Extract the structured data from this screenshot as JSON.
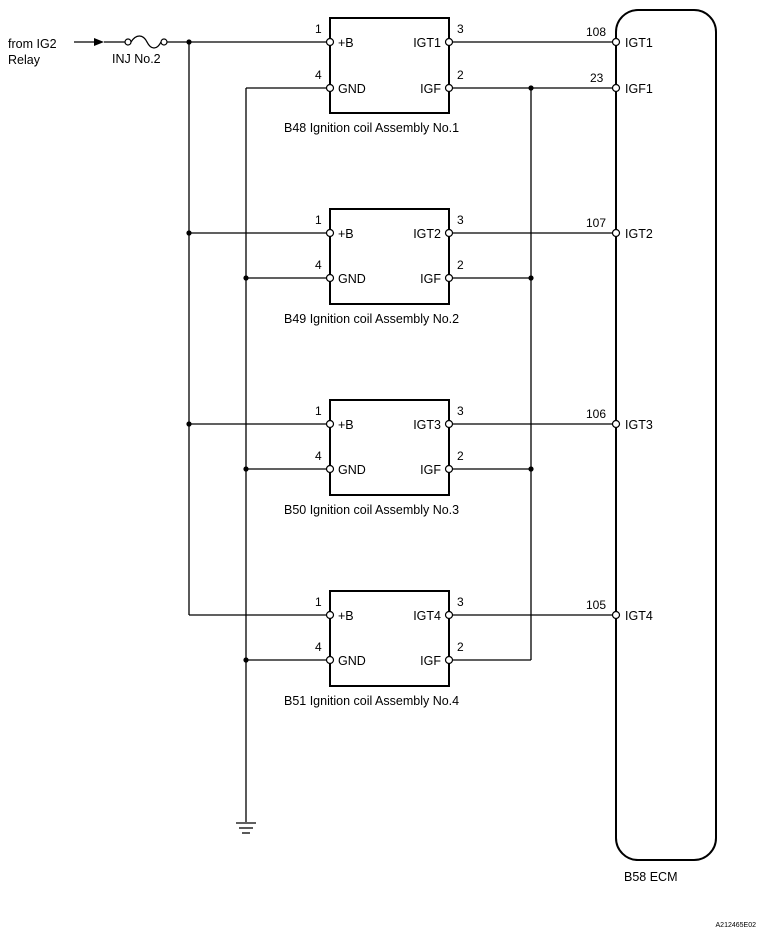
{
  "source": {
    "line1": "from IG2",
    "line2": "Relay"
  },
  "fuse": {
    "label": "INJ No.2"
  },
  "coils": [
    {
      "caption": "B48 Ignition coil Assembly No.1",
      "pin_b": "1",
      "pin_gnd": "4",
      "pin_igt": "3",
      "pin_igf": "2",
      "label_b": "+B",
      "label_gnd": "GND",
      "label_igt": "IGT1",
      "label_igf": "IGF"
    },
    {
      "caption": "B49 Ignition coil Assembly No.2",
      "pin_b": "1",
      "pin_gnd": "4",
      "pin_igt": "3",
      "pin_igf": "2",
      "label_b": "+B",
      "label_gnd": "GND",
      "label_igt": "IGT2",
      "label_igf": "IGF"
    },
    {
      "caption": "B50 Ignition coil Assembly No.3",
      "pin_b": "1",
      "pin_gnd": "4",
      "pin_igt": "3",
      "pin_igf": "2",
      "label_b": "+B",
      "label_gnd": "GND",
      "label_igt": "IGT3",
      "label_igf": "IGF"
    },
    {
      "caption": "B51 Ignition coil Assembly No.4",
      "pin_b": "1",
      "pin_gnd": "4",
      "pin_igt": "3",
      "pin_igf": "2",
      "label_b": "+B",
      "label_gnd": "GND",
      "label_igt": "IGT4",
      "label_igf": "IGF"
    }
  ],
  "ecm": {
    "caption": "B58 ECM",
    "terminals": [
      {
        "pin": "108",
        "label": "IGT1"
      },
      {
        "pin": "23",
        "label": "IGF1"
      },
      {
        "pin": "107",
        "label": "IGT2"
      },
      {
        "pin": "106",
        "label": "IGT3"
      },
      {
        "pin": "105",
        "label": "IGT4"
      }
    ]
  },
  "figure_id": "A212465E02"
}
